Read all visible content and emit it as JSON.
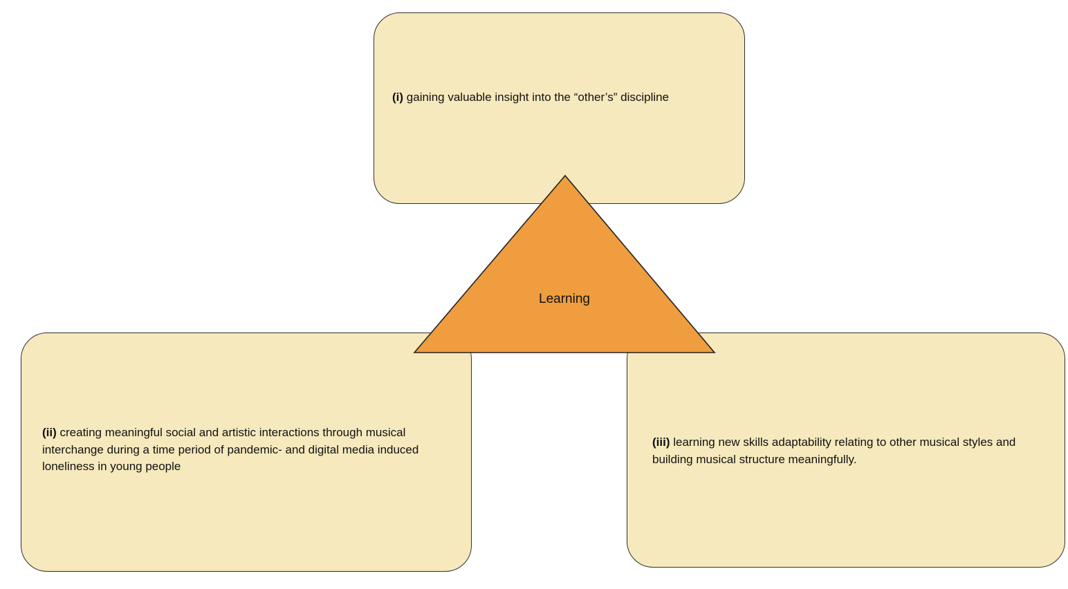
{
  "diagram": {
    "center": {
      "label": "Learning"
    },
    "boxes": [
      {
        "id": "i",
        "prefix": "(i)",
        "text": "gaining valuable insight into the “other’s” discipline"
      },
      {
        "id": "ii",
        "prefix": "(ii)",
        "text": "creating meaningful social and artistic interactions through musical interchange during a time period of pandemic- and digital media induced loneliness in young people"
      },
      {
        "id": "iii",
        "prefix": "(iii)",
        "text": "learning new skills adaptability  relating to other musical styles and building musical structure meaningfully."
      }
    ],
    "colors": {
      "box_fill": "#f6e9bd",
      "box_border": "#2e2e2e",
      "triangle_fill": "#ef9d3e",
      "triangle_border": "#222222"
    }
  }
}
